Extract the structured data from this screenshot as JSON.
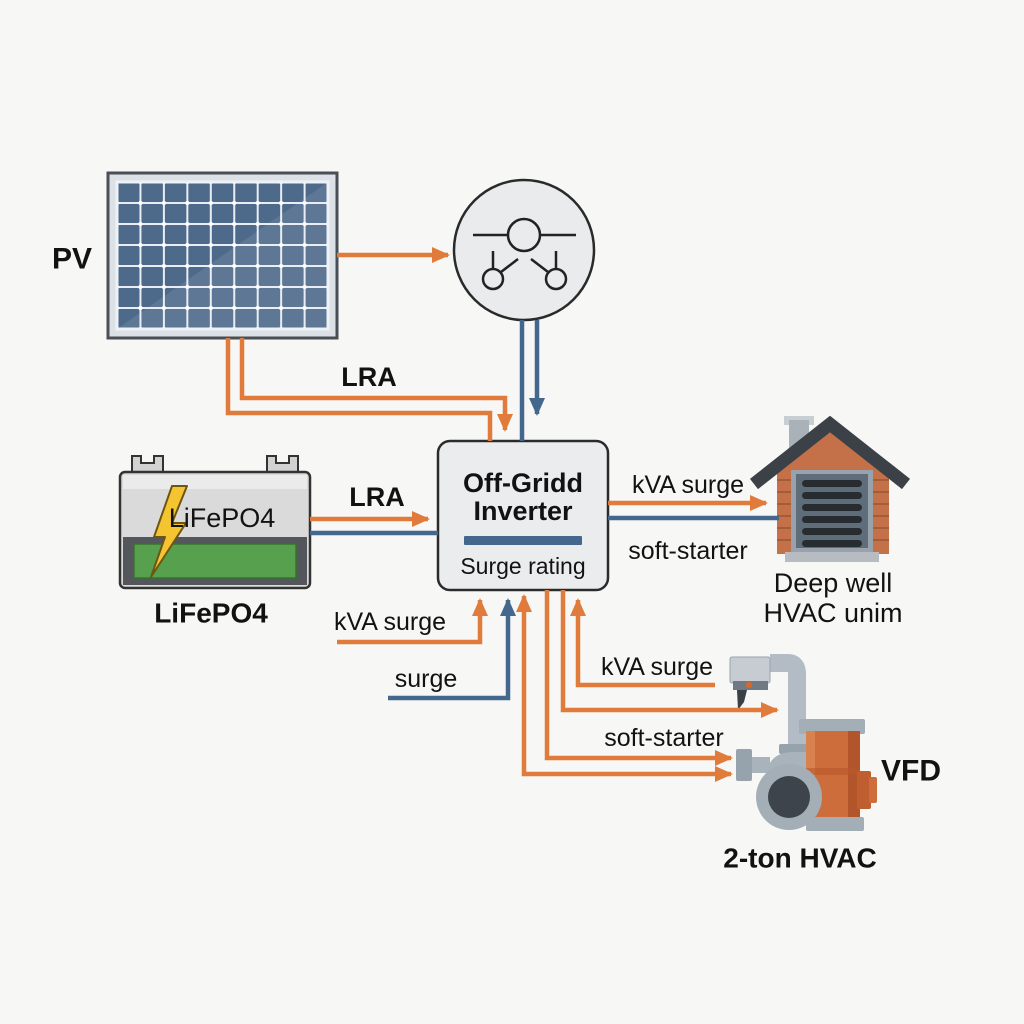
{
  "title": "Off-grid solar system sizing diagram",
  "colors": {
    "background": "#f7f7f5",
    "line_orange": "#e07b3c",
    "line_blue": "#44688d",
    "inverter_bar_blue": "#44688d",
    "pv_cell_blue": "#4d6a8a",
    "battery_green": "#57a04e",
    "bolt_yellow": "#f5c531",
    "house_wall_orange": "#c4714a",
    "roof_dark_gray": "#3c4147",
    "pump_gray": "#a3aeb7",
    "motor_orange": "#cc6d3b",
    "node_fill_gray": "#e9ebec",
    "text": "#121212"
  },
  "icons": {
    "pv": "solar-panel-icon",
    "combiner": "transfer-switch-icon",
    "battery": "battery-icon",
    "battery_bolt": "lightning-bolt-icon",
    "house": "well-house-icon",
    "pump": "pump-motor-icon",
    "pressure_switch": "pressure-switch-icon"
  },
  "nodes": {
    "pv": {
      "label": "PV"
    },
    "battery": {
      "panel_text": "LiFePO4",
      "caption": "LiFePO4"
    },
    "inverter": {
      "title_line1": "Off-Gridd",
      "title_line2": "Inverter",
      "subtitle": "Surge rating"
    },
    "house": {
      "caption_line1": "Deep well",
      "caption_line2": "HVAC unim"
    },
    "pump": {
      "caption": "2-ton HVAC",
      "side_label": "VFD"
    }
  },
  "edge_labels": {
    "lra_pv_to_inverter": "LRA",
    "lra_battery_to_inverter": "LRA",
    "kva_surge_to_house": "kVA surge",
    "soft_starter_to_house": "soft-starter",
    "kva_surge_bottom_left": "kVA surge",
    "surge_bottom": "surge",
    "kva_surge_bottom_right": "kVA surge",
    "soft_starter_to_pump": "soft-starter"
  }
}
